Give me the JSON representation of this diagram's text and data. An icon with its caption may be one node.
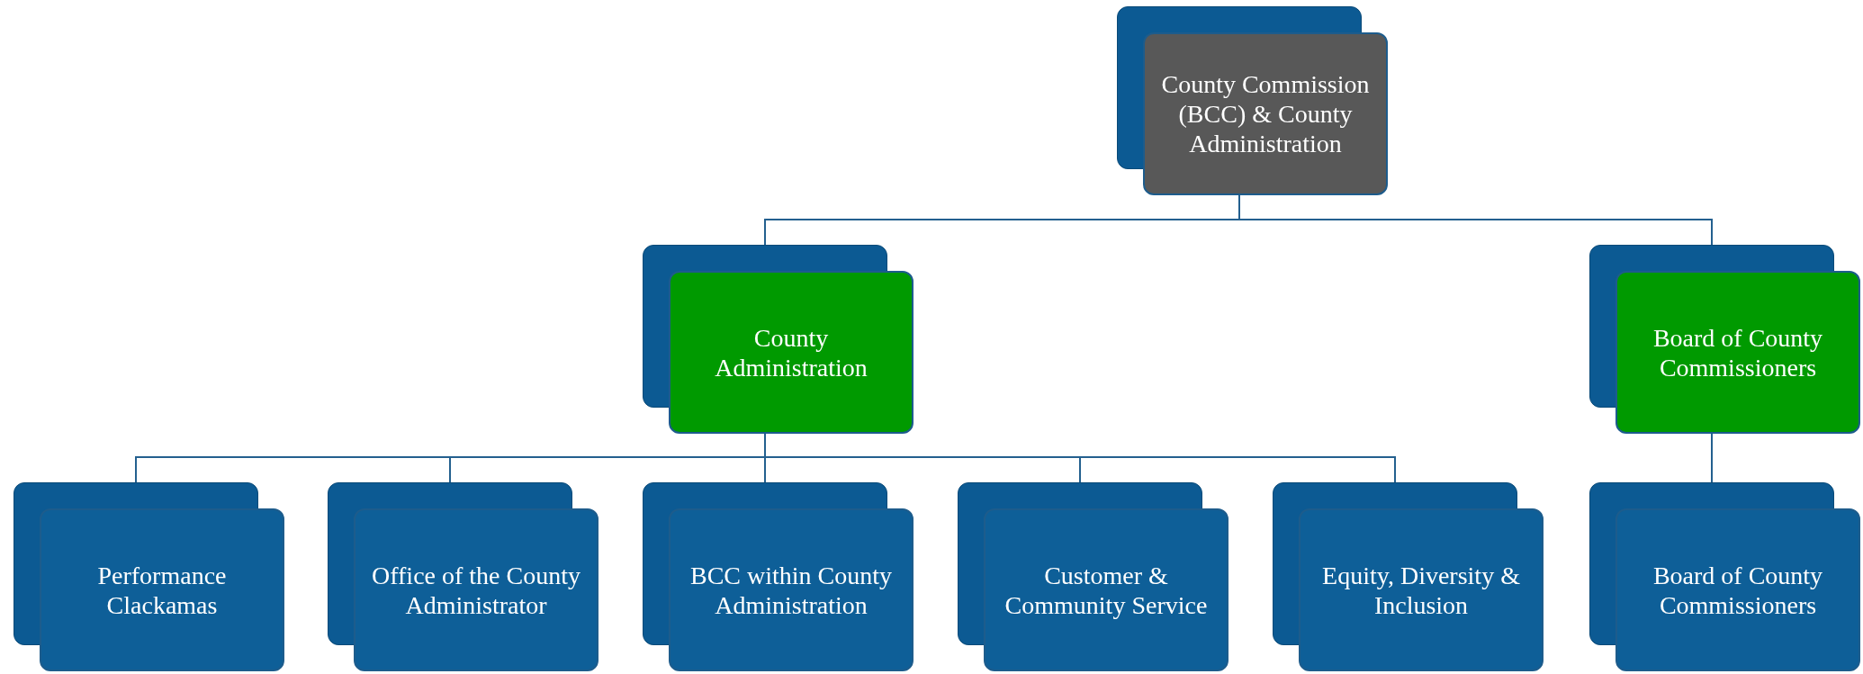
{
  "diagram": {
    "nodes": [
      {
        "text": [
          "County Commission (BCC) & County Administration"
        ]
      },
      {
        "text": [
          "County Administration"
        ]
      },
      {
        "text": [
          "Board of County Commissioners"
        ]
      },
      {
        "text": [
          "Performance Clackamas"
        ]
      },
      {
        "text": [
          "Office of the County Administrator"
        ]
      },
      {
        "text": [
          "BCC within County Administration"
        ]
      },
      {
        "text": [
          "Customer & Community Service"
        ]
      },
      {
        "text": [
          "Equity, Diversity & Inclusion"
        ]
      },
      {
        "text": [
          "Board of County Commissioners"
        ]
      }
    ],
    "edges": [
      {
        "from": 0,
        "to": 1,
        "arrow": "none"
      },
      {
        "from": 0,
        "to": 2,
        "arrow": "none"
      },
      {
        "from": 1,
        "to": 3,
        "arrow": "none"
      },
      {
        "from": 1,
        "to": 4,
        "arrow": "none"
      },
      {
        "from": 1,
        "to": 5,
        "arrow": "none"
      },
      {
        "from": 1,
        "to": 6,
        "arrow": "none"
      },
      {
        "from": 1,
        "to": 7,
        "arrow": "none"
      },
      {
        "from": 2,
        "to": 8,
        "arrow": "none"
      }
    ]
  }
}
